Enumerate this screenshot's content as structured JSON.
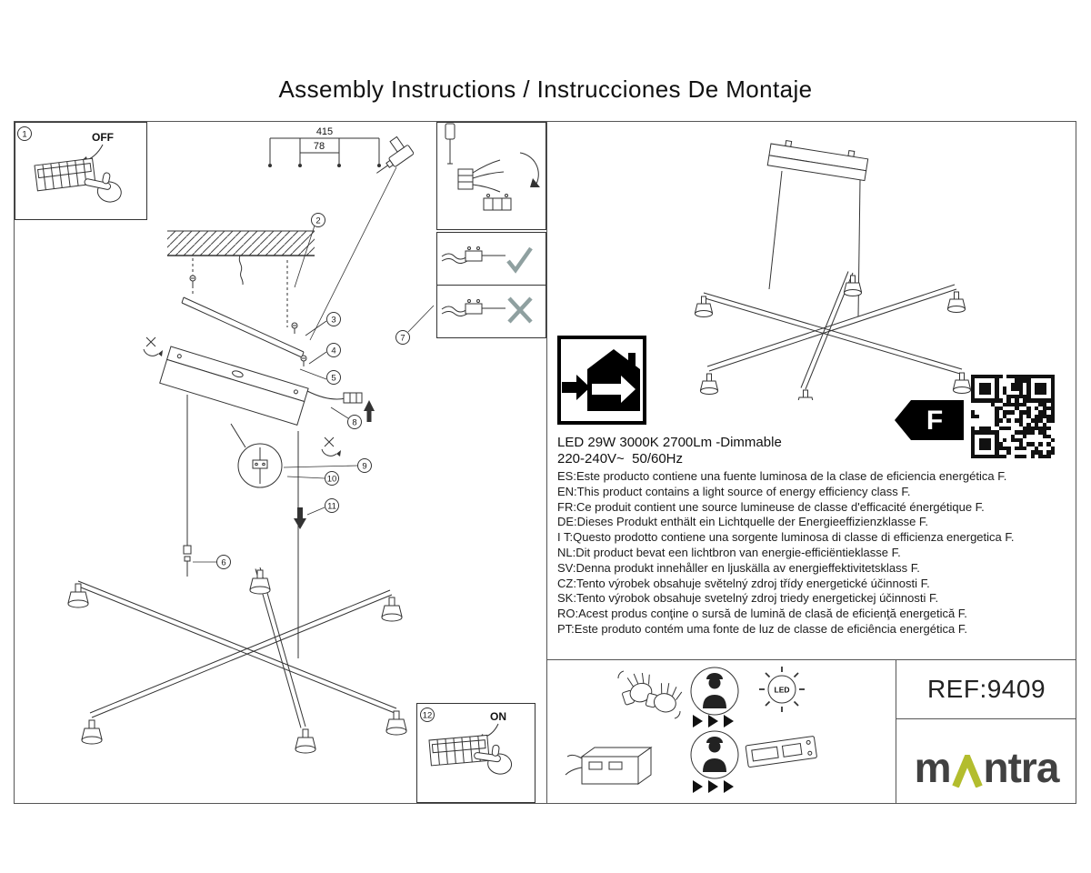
{
  "page": {
    "title": "Assembly Instructions / Instrucciones De Montaje"
  },
  "callouts": [
    "1",
    "2",
    "3",
    "4",
    "5",
    "6",
    "7",
    "8",
    "9",
    "10",
    "11",
    "12"
  ],
  "labels": {
    "off": "OFF",
    "on": "ON"
  },
  "dimensions": {
    "overall": "415",
    "inner": "78"
  },
  "specs": {
    "line1": "LED 29W 3000K 2700Lm -Dimmable",
    "line2": "220-240V~  50/60Hz"
  },
  "energy": {
    "class_letter": "F"
  },
  "languages": [
    "ES:Este producto contiene una fuente luminosa de la clase de eficiencia energética F.",
    "EN:This product contains a light source of energy efficiency class F.",
    "FR:Ce produit contient une source lumineuse de classe d'efficacité énergétique F.",
    "DE:Dieses Produkt enthält ein Lichtquelle der Energieeffizienzklasse F.",
    "I T:Questo prodotto contiene una sorgente luminosa di classe di efficienza energetica F.",
    "NL:Dit product bevat een lichtbron van energie-efficiëntieklasse F.",
    "SV:Denna produkt innehåller en ljuskälla av energieffektivitetsklass F.",
    "CZ:Tento výrobek obsahuje světelný zdroj třídy energetické účinnosti F.",
    "SK:Tento výrobok obsahuje svetelný zdroj triedy energetickej účinnosti F.",
    "RO:Acest produs conţine o sursă de lumină de clasă de eficienţă energetică F.",
    "PT:Este produto contém uma fonte de luz de classe de eficiência energética F."
  ],
  "footer": {
    "ref": "REF:9409",
    "brand_left": "m",
    "brand_right": "ntra",
    "led_badge": "LED"
  },
  "colors": {
    "brand_green": "#b3bd2e",
    "line": "#333333"
  }
}
